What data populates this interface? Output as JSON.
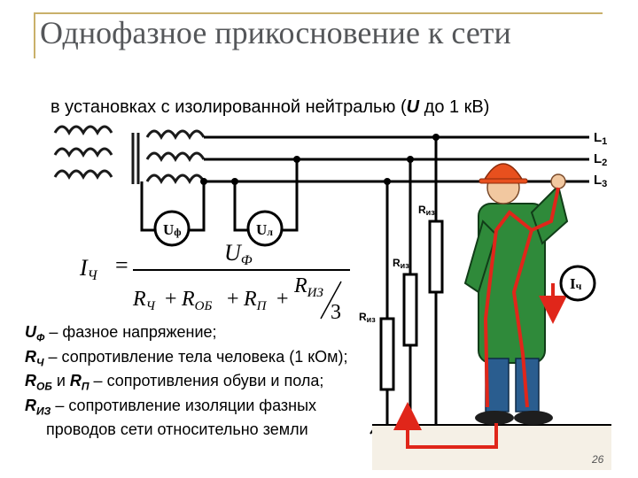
{
  "title": "Однофазное прикосновение к сети",
  "subtitle": {
    "prefix": "в установках с изолированной нейтралью (",
    "symbol": "U",
    "suffix": " до 1 кВ)"
  },
  "diagram": {
    "phase_labels": [
      "L",
      "L",
      "L"
    ],
    "phase_indices": [
      "1",
      "2",
      "3"
    ],
    "voltage_phase": {
      "main": "U",
      "sub": "ф"
    },
    "voltage_line": {
      "main": "U",
      "sub": "л"
    },
    "insulation_labels": [
      {
        "main": "R",
        "sub": "из"
      },
      {
        "main": "R",
        "sub": "из"
      },
      {
        "main": "R",
        "sub": "из"
      }
    ],
    "current_label": {
      "main": "I",
      "sub": "ч"
    }
  },
  "formula": {
    "lhs": {
      "main": "I",
      "sub": "Ч"
    },
    "eq": "=",
    "numerator": {
      "main": "U",
      "sub": "Ф"
    },
    "den_terms": [
      {
        "main": "R",
        "sub": "Ч"
      },
      {
        "main": "R",
        "sub": "ОБ"
      },
      {
        "main": "R",
        "sub": "П"
      }
    ],
    "plus": "+",
    "frac_num": {
      "main": "R",
      "sub": "ИЗ"
    },
    "frac_den": "3"
  },
  "legend": [
    {
      "symbols": [
        {
          "main": "U",
          "sub": "Ф"
        }
      ],
      "sep": " – ",
      "text": "фазное напряжение;"
    },
    {
      "symbols": [
        {
          "main": "R",
          "sub": "Ч"
        }
      ],
      "sep": " – ",
      "text": "сопротивление тела человека (1 кОм);"
    },
    {
      "symbols": [
        {
          "main": "R",
          "sub": "ОБ"
        },
        {
          "main": "R",
          "sub": "П"
        }
      ],
      "joiner": " и ",
      "sep": " – ",
      "text": "сопротивления обуви и пола;"
    },
    {
      "symbols": [
        {
          "main": "R",
          "sub": "ИЗ"
        }
      ],
      "sep": " – ",
      "text": "сопротивление изоляции фазных проводов сети относительно земли"
    }
  ],
  "page_number": "26",
  "colors": {
    "wire": "#000000",
    "coil": "#1a1a1a",
    "current_arrow": "#e0261a",
    "coat": "#2f8a3a",
    "helmet": "#e8501e",
    "frame": "#c9b06a"
  }
}
